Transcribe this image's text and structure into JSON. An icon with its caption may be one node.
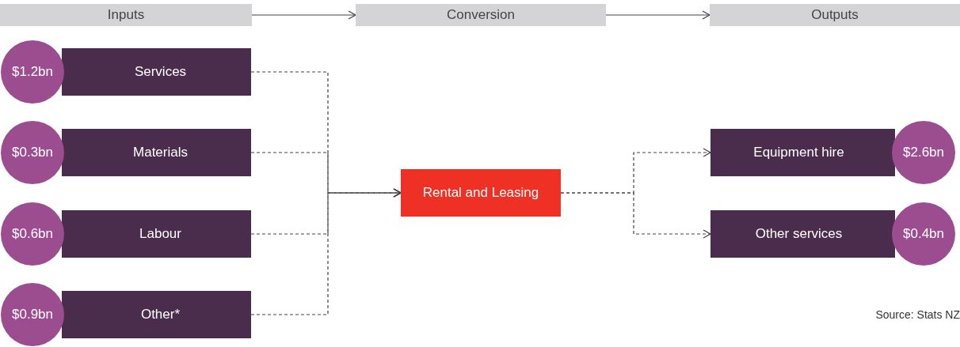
{
  "diagram": {
    "nodes": [
      {
        "text": [
          "Inputs"
        ]
      },
      {
        "text": [
          "Conversion"
        ]
      },
      {
        "text": [
          "Outputs"
        ]
      },
      {
        "text": [
          "$1.2bn"
        ]
      },
      {
        "text": [
          "Services"
        ]
      },
      {
        "text": [
          "$0.3bn"
        ]
      },
      {
        "text": [
          "Materials"
        ]
      },
      {
        "text": [
          "$0.6bn"
        ]
      },
      {
        "text": [
          "Labour"
        ]
      },
      {
        "text": [
          "$0.9bn"
        ]
      },
      {
        "text": [
          "Other*"
        ]
      },
      {
        "text": [
          "Rental and Leasing"
        ]
      },
      {
        "text": [
          "Equipment hire"
        ]
      },
      {
        "text": [
          "$2.6bn"
        ]
      },
      {
        "text": [
          "Other services"
        ]
      },
      {
        "text": [
          "$0.4bn"
        ]
      }
    ],
    "edges": [
      {
        "from": 0,
        "to": 1,
        "arrow": "to"
      },
      {
        "from": 1,
        "to": 2,
        "arrow": "to"
      },
      {
        "from": 4,
        "to": 11,
        "arrow": "to",
        "style": "dashed"
      },
      {
        "from": 6,
        "to": 11,
        "arrow": "to",
        "style": "dashed"
      },
      {
        "from": 8,
        "to": 11,
        "arrow": "to",
        "style": "dashed"
      },
      {
        "from": 10,
        "to": 11,
        "arrow": "to",
        "style": "dashed"
      },
      {
        "from": 11,
        "to": 12,
        "arrow": "to",
        "style": "dashed"
      },
      {
        "from": 11,
        "to": 14,
        "arrow": "to",
        "style": "dashed"
      }
    ],
    "labels": [
      "Source: Stats NZ"
    ]
  }
}
